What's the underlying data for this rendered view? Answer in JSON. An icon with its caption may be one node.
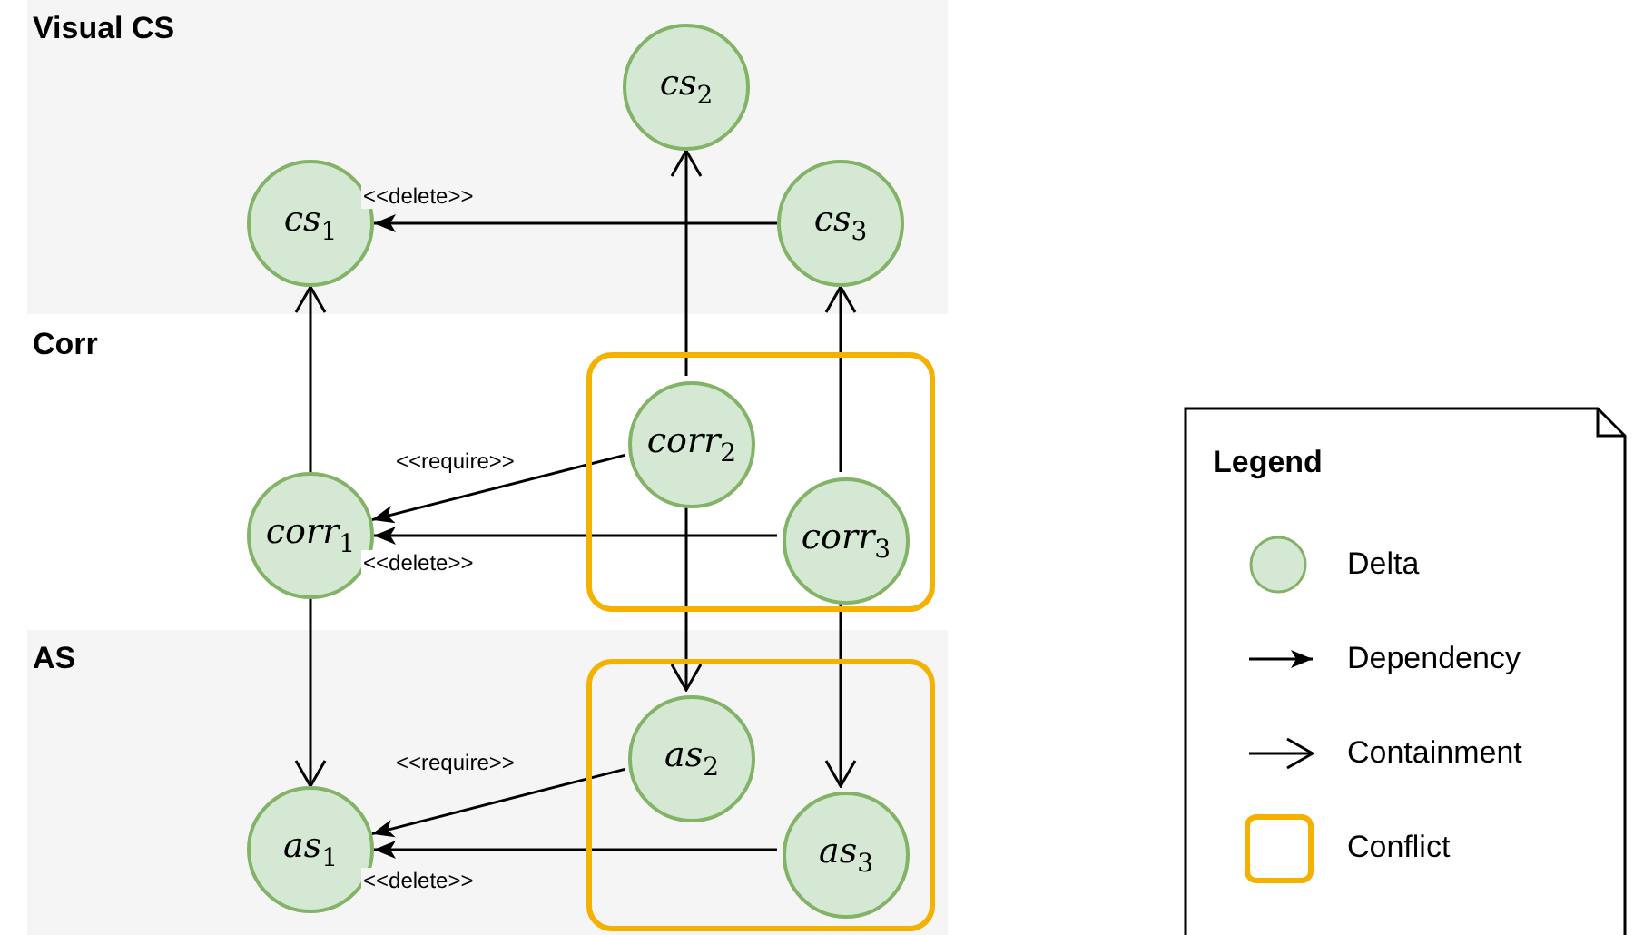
{
  "diagram": {
    "nodes": [
      {
        "text": [
          "Visual CS"
        ]
      },
      {
        "text": [
          "*cs*$_{1}$"
        ],
        "in": 0
      },
      {
        "text": [
          "*cs*$_{2}$"
        ],
        "in": 0
      },
      {
        "text": [
          "*cs*$_{3}$"
        ],
        "in": 0
      },
      {
        "text": [
          "*corr*$_{1}$"
        ]
      },
      {
        "text": [],
        "shape": "box"
      },
      {
        "text": [
          "*corr*$_{2}$"
        ],
        "in": 5
      },
      {
        "text": [
          "*corr*$_{3}$"
        ],
        "in": 5
      },
      {
        "text": [
          "AS"
        ]
      },
      {
        "text": [
          "*as*$_{1}$"
        ],
        "in": 8
      },
      {
        "text": [],
        "shape": "box",
        "in": 8
      },
      {
        "text": [
          "*as*$_{2}$"
        ],
        "in": 10
      },
      {
        "text": [
          "*as*$_{3}$"
        ],
        "in": 10
      }
    ],
    "edges": [
      {
        "from": 3,
        "to": 1,
        "arrow": "to",
        "label": "<<delete>>"
      },
      {
        "from": 4,
        "to": 1,
        "arrow": "to"
      },
      {
        "from": 6,
        "to": 2,
        "arrow": "to"
      },
      {
        "from": 7,
        "to": 3,
        "arrow": "to"
      },
      {
        "from": 6,
        "to": 4,
        "arrow": "to",
        "label": "<<require>>"
      },
      {
        "from": 7,
        "to": 4,
        "arrow": "to",
        "label": "<<delete>>"
      },
      {
        "from": 4,
        "to": 9,
        "arrow": "to"
      },
      {
        "from": 6,
        "to": 11,
        "arrow": "to"
      },
      {
        "from": 7,
        "to": 12,
        "arrow": "to"
      },
      {
        "from": 11,
        "to": 9,
        "arrow": "to",
        "label": "<<require>>"
      },
      {
        "from": 12,
        "to": 9,
        "arrow": "to",
        "label": "<<delete>>"
      }
    ],
    "labels": [
      "Corr",
      "Legend"
    ],
    "legend": [
      {
        "text": "Delta",
        "color": "#d5e8d4"
      },
      {
        "text": "Dependency"
      },
      {
        "text": "Containment"
      },
      {
        "text": "Conflict"
      }
    ]
  }
}
